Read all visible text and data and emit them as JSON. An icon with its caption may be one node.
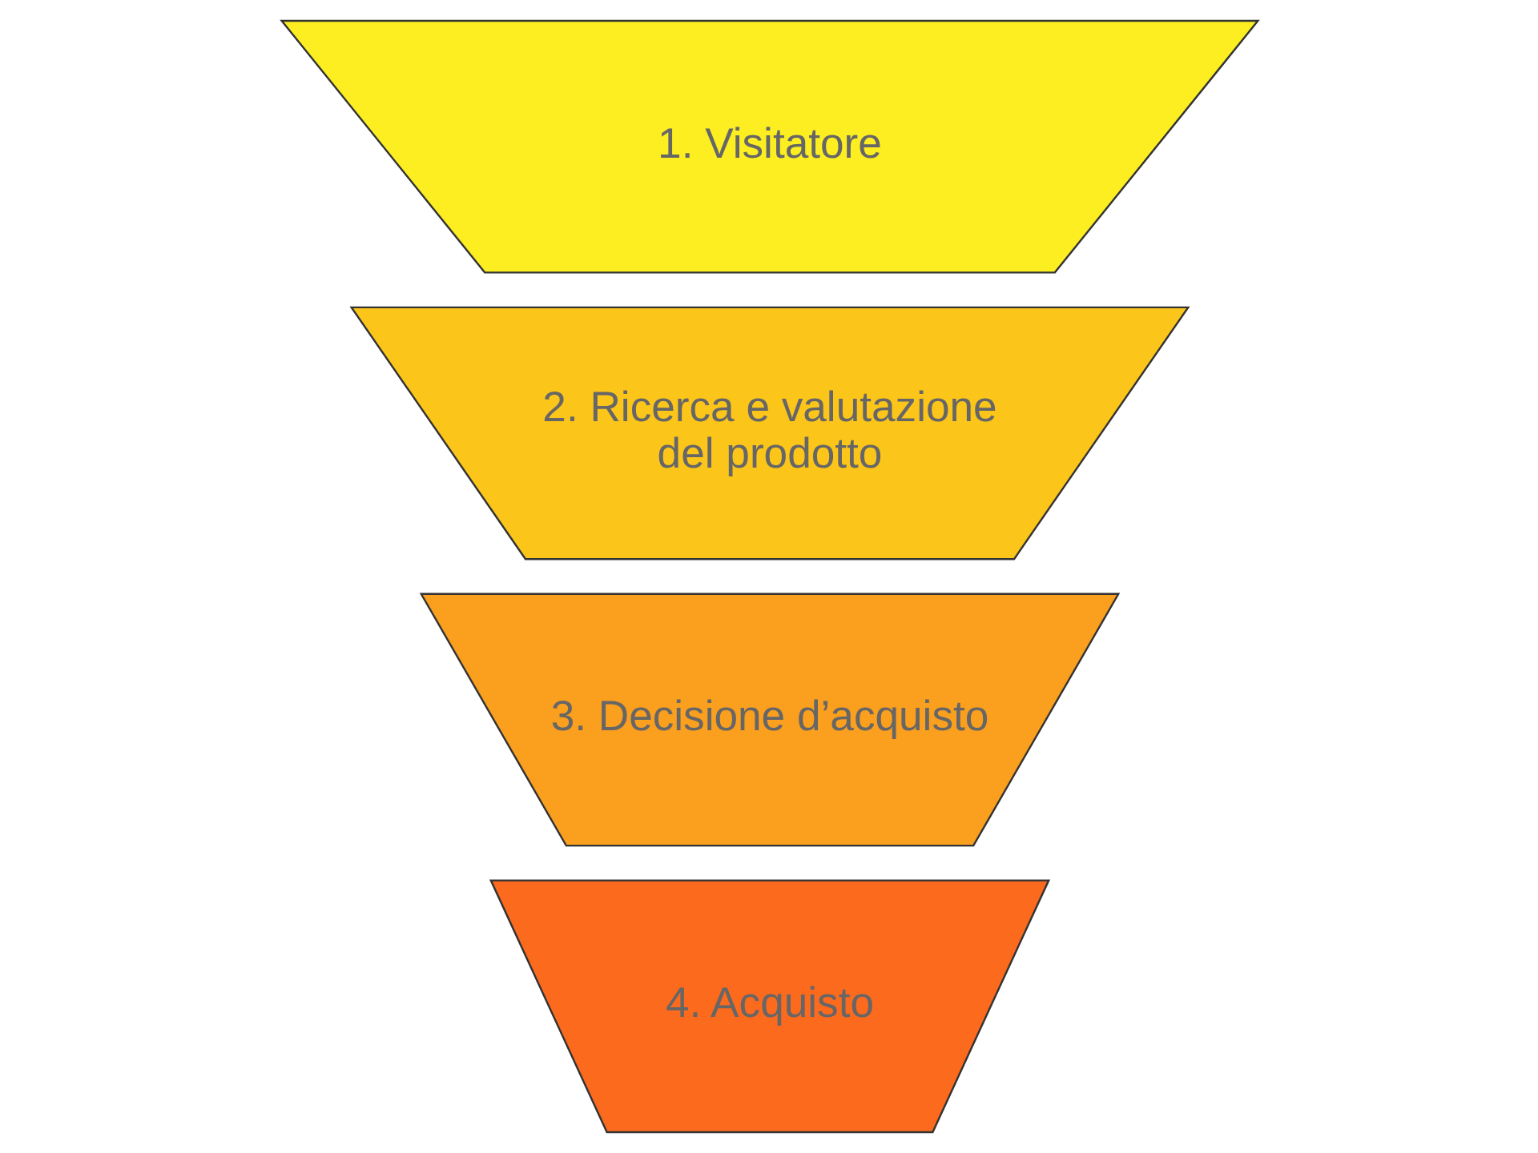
{
  "diagram": {
    "nodes": [
      {
        "text": [
          "1. Visitatore"
        ]
      },
      {
        "text": [
          "2. Ricerca e valutazione del prodotto"
        ]
      },
      {
        "text": [
          "3. Decisione d’acquisto"
        ]
      },
      {
        "text": [
          "4. Acquisto"
        ]
      }
    ]
  }
}
